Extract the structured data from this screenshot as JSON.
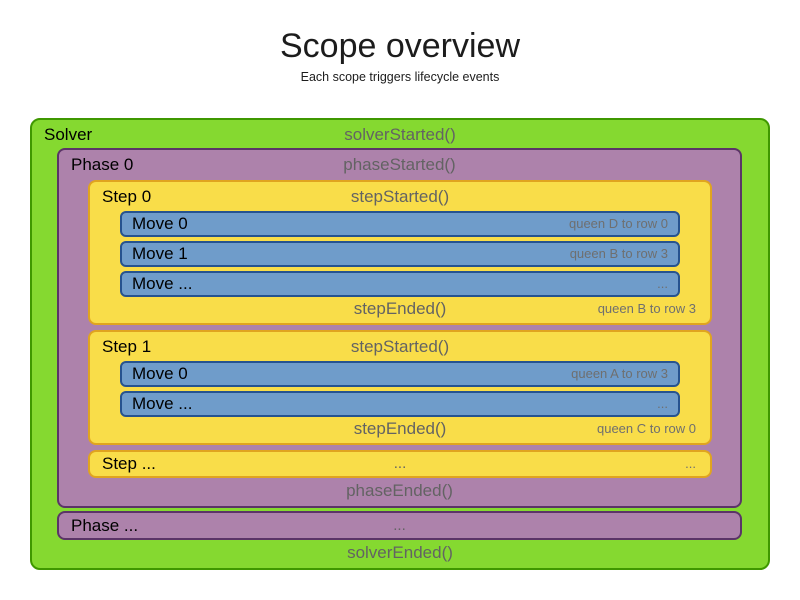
{
  "header": {
    "title": "Scope overview",
    "subtitle": "Each scope triggers lifecycle events"
  },
  "colors": {
    "title_text": "#1c1c1c",
    "label_text": "#000000",
    "event_text": "#636363",
    "note_text": "#6f6f6f",
    "solver_fill": "#85d930",
    "solver_border": "#3f9800",
    "phase_fill": "#ad82ab",
    "phase_border": "#5b3467",
    "step_fill": "#f9dd49",
    "step_border": "#e0a41f",
    "move_fill": "#6f9cca",
    "move_border": "#26538f"
  },
  "solver": {
    "label": "Solver",
    "started": "solverStarted()",
    "ended": "solverEnded()",
    "phases": [
      {
        "label": "Phase 0",
        "started": "phaseStarted()",
        "ended": "phaseEnded()",
        "steps": [
          {
            "label": "Step 0",
            "started": "stepStarted()",
            "ended": "stepEnded()",
            "ended_note": "queen B to row 3",
            "moves": [
              {
                "label": "Move 0",
                "note": "queen D to row 0"
              },
              {
                "label": "Move 1",
                "note": "queen B to row 3"
              },
              {
                "label": "Move ...",
                "note": "..."
              }
            ]
          },
          {
            "label": "Step 1",
            "started": "stepStarted()",
            "ended": "stepEnded()",
            "ended_note": "queen C to row 0",
            "moves": [
              {
                "label": "Move 0",
                "note": "queen A to row 3"
              },
              {
                "label": "Move ...",
                "note": "..."
              }
            ]
          }
        ],
        "more_steps": {
          "label": "Step ...",
          "center_dots": "...",
          "right_dots": "..."
        }
      }
    ],
    "more_phases": {
      "label": "Phase ...",
      "center_dots": "..."
    }
  }
}
